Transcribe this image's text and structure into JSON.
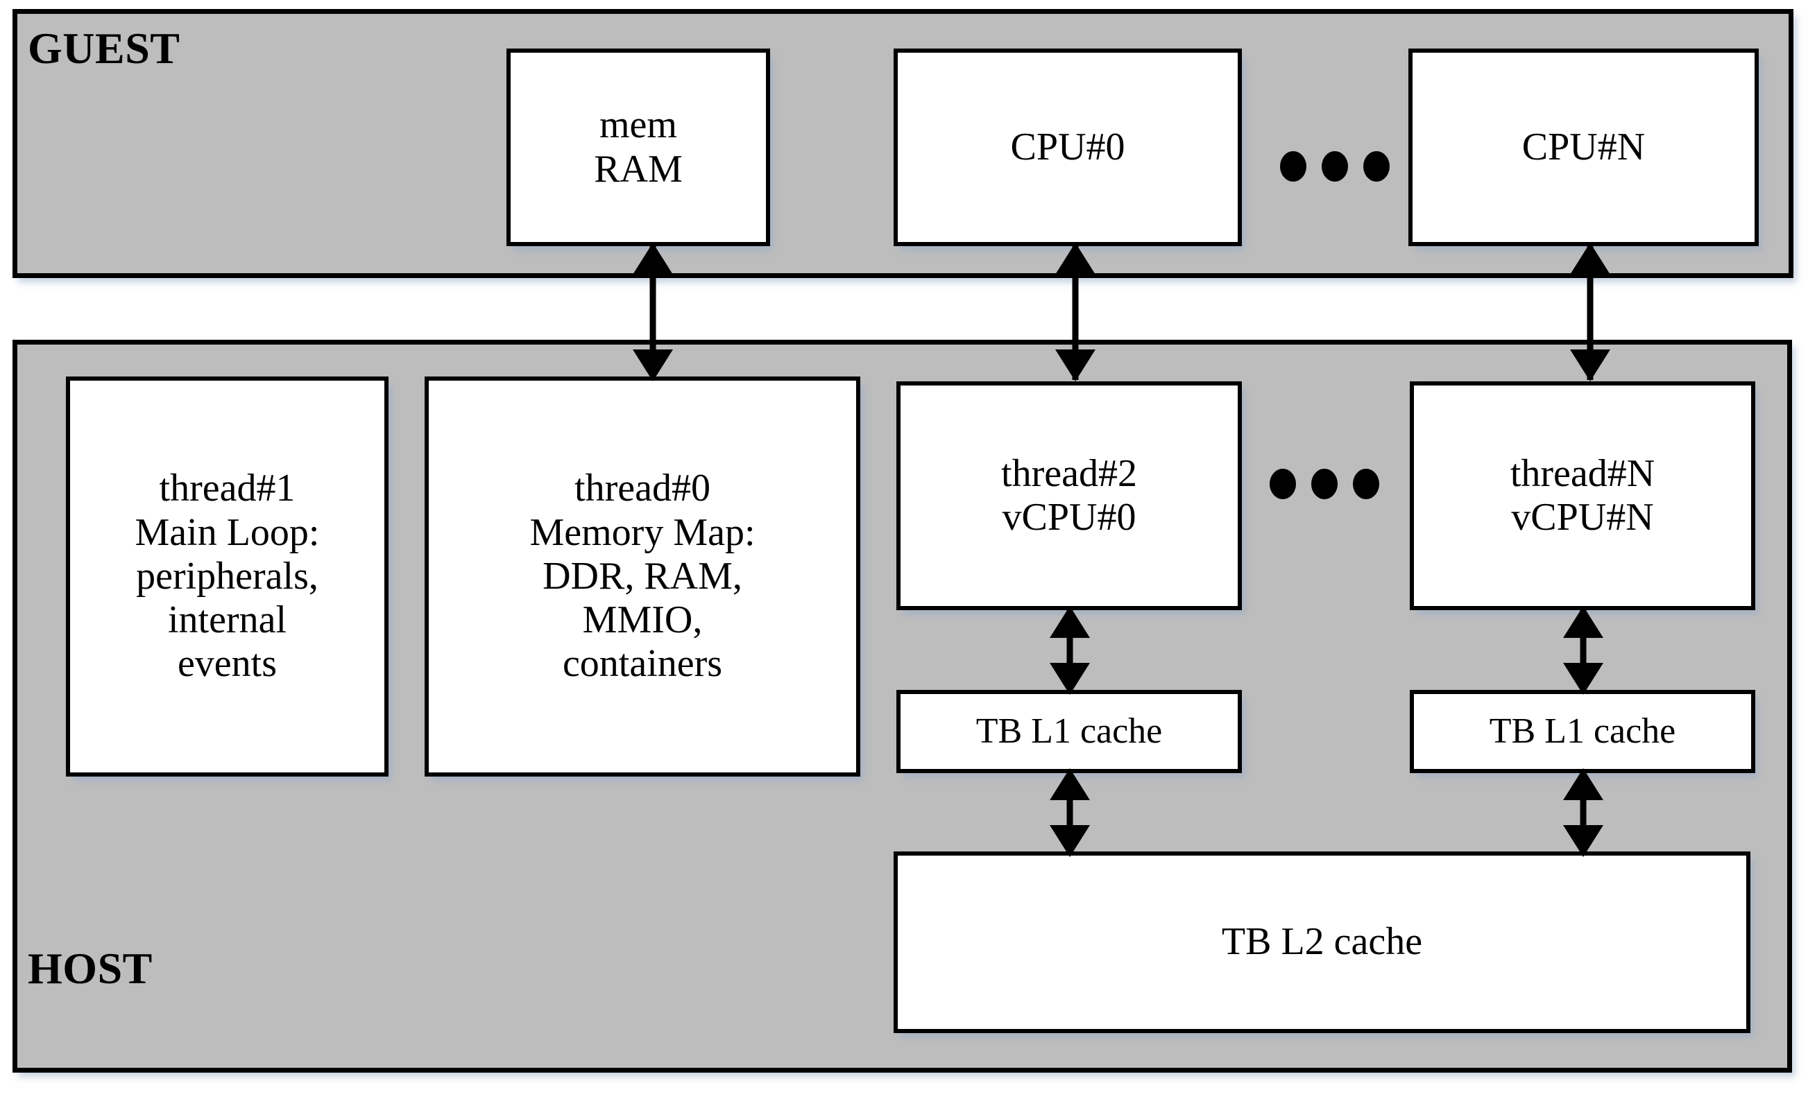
{
  "diagram": {
    "title": "QEMU guest/host threading and translation-block cache architecture",
    "colors": {
      "container_fill": "#bdbdbd",
      "node_fill": "#ffffff",
      "stroke": "#000000",
      "page_background": "#ffffff"
    },
    "zones": [
      {
        "id": "guest",
        "label": "GUEST"
      },
      {
        "id": "host",
        "label": "HOST"
      }
    ],
    "guest_nodes": [
      {
        "id": "mem",
        "label": "mem\nRAM"
      },
      {
        "id": "cpu0",
        "label": "CPU#0"
      },
      {
        "id": "cpun",
        "label": "CPU#N"
      }
    ],
    "host_nodes": [
      {
        "id": "thread1",
        "label": "thread#1\nMain Loop:\nperipherals,\ninternal\nevents"
      },
      {
        "id": "thread0",
        "label": "thread#0\nMemory Map:\nDDR, RAM,\nMMIO,\ncontainers"
      },
      {
        "id": "thread2",
        "label": "thread#2\nvCPU#0"
      },
      {
        "id": "threadn",
        "label": "thread#N\nvCPU#N"
      },
      {
        "id": "l1a",
        "label": "TB L1 cache"
      },
      {
        "id": "l1b",
        "label": "TB L1 cache"
      },
      {
        "id": "l2",
        "label": "TB L2 cache"
      }
    ],
    "ellipsis": [
      {
        "id": "dots-guest",
        "between": [
          "cpu0",
          "cpun"
        ],
        "dot_count": 3
      },
      {
        "id": "dots-host",
        "between": [
          "thread2",
          "threadn"
        ],
        "dot_count": 3
      }
    ],
    "connections": [
      {
        "id": "arrow-mem",
        "from": "mem",
        "to": "thread0",
        "style": "double-headed"
      },
      {
        "id": "arrow-cpu0",
        "from": "cpu0",
        "to": "thread2",
        "style": "double-headed"
      },
      {
        "id": "arrow-cpun",
        "from": "cpun",
        "to": "threadn",
        "style": "double-headed"
      },
      {
        "id": "arrow-l1a",
        "from": "thread2",
        "to": "l1a",
        "style": "double-headed"
      },
      {
        "id": "arrow-l1b",
        "from": "threadn",
        "to": "l1b",
        "style": "double-headed"
      },
      {
        "id": "arrow-l2a",
        "from": "l1a",
        "to": "l2",
        "style": "double-headed"
      },
      {
        "id": "arrow-l2b",
        "from": "l1b",
        "to": "l2",
        "style": "double-headed"
      }
    ]
  }
}
